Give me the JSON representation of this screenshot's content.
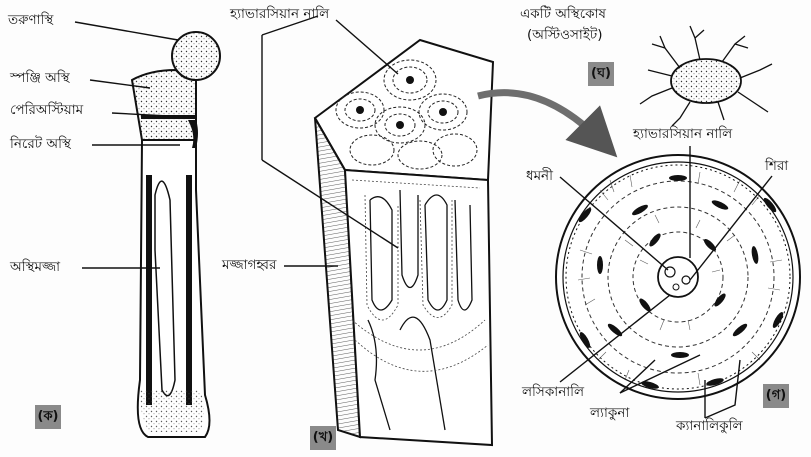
{
  "labels": {
    "epiphysis": "তরুণাস্থি",
    "spongy_bone": "স্পঞ্জি অস্থি",
    "periosteum": "পেরিঅস্টিয়াম",
    "compact_bone": "নিরেট অস্থি",
    "bone_marrow": "অস্থিমজ্জা",
    "haversian_canal_top": "হ্যাভারসিয়ান নালি",
    "marrow_cavity": "মজ্জাগহ্বর",
    "osteocyte_title_line1": "একটি অস্থিকোষ",
    "osteocyte_title_line2": "(অস্টিওসাইট)",
    "haversian_canal_right": "হ্যাভারসিয়ান নালি",
    "artery": "ধমনী",
    "vein": "শিরা",
    "lymph_vessel": "লসিকানালি",
    "lacuna": "ল্যাকুনা",
    "canaliculi": "ক্যানালিকুলি"
  },
  "tags": {
    "femur": "(ক)",
    "block": "(খ)",
    "osteocyte": "(ঘ)",
    "cross_section": "(গ)"
  },
  "colors": {
    "ink": "#111111",
    "tag_bg": "#8a8a8a",
    "arrow": "#6e6e6e"
  }
}
